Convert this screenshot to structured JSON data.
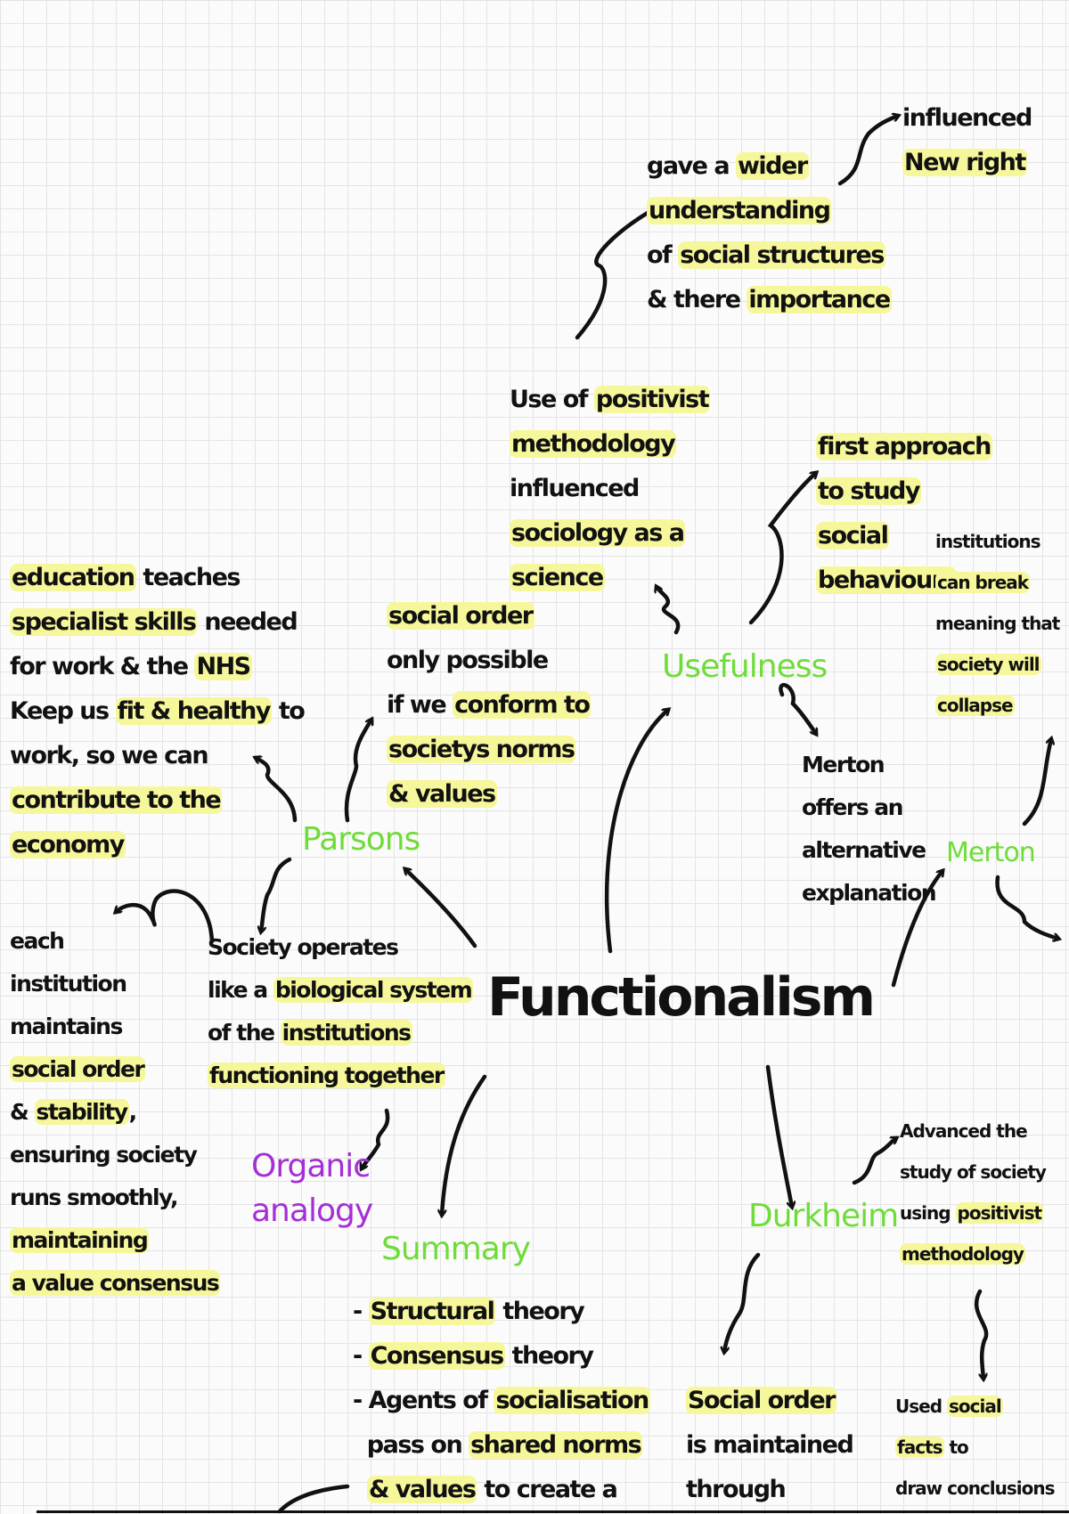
{
  "title": "Functionalism",
  "colors": {
    "label_green": "#6fdc3a",
    "label_purple": "#a52fd6",
    "highlight": "#f6f79a",
    "ink": "#111111"
  },
  "labels": {
    "usefulness": "Usefulness",
    "parsons": "Parsons",
    "merton": "Merton",
    "durkheim": "Durkheim",
    "summary": "Summary",
    "organic_analogy": [
      "Organic",
      "analogy"
    ]
  },
  "blocks": {
    "influenced": [
      [
        {
          "t": "influenced"
        }
      ],
      [
        {
          "t": "New right",
          "h": 1
        }
      ]
    ],
    "wider": [
      [
        {
          "t": "gave a "
        },
        {
          "t": "wider",
          "h": 1
        }
      ],
      [
        {
          "t": "understanding",
          "h": 1
        }
      ],
      [
        {
          "t": "of "
        },
        {
          "t": "social structures",
          "h": 1
        }
      ],
      [
        {
          "t": "& there "
        },
        {
          "t": "importance",
          "h": 1
        }
      ]
    ],
    "positivist": [
      [
        {
          "t": "Use of "
        },
        {
          "t": "positivist",
          "h": 1
        }
      ],
      [
        {
          "t": "methodology",
          "h": 1
        }
      ],
      [
        {
          "t": "influenced"
        }
      ],
      [
        {
          "t": "sociology as a",
          "h": 1
        }
      ],
      [
        {
          "t": "science",
          "h": 1
        }
      ]
    ],
    "first": [
      [
        {
          "t": "first approach",
          "h": 1
        }
      ],
      [
        {
          "t": "to study",
          "h": 1
        }
      ],
      [
        {
          "t": "social",
          "h": 1
        }
      ],
      [
        {
          "t": "behaviours",
          "h": 1
        }
      ]
    ],
    "institutions": [
      [
        {
          "t": "institutions"
        }
      ],
      [
        {
          "t": "can break",
          "h": 1
        }
      ],
      [
        {
          "t": "meaning that"
        }
      ],
      [
        {
          "t": "society will",
          "h": 1
        }
      ],
      [
        {
          "t": "collapse",
          "h": 1
        }
      ]
    ],
    "socialorder": [
      [
        {
          "t": "social order",
          "h": 1
        }
      ],
      [
        {
          "t": "only possible"
        }
      ],
      [
        {
          "t": "if we "
        },
        {
          "t": "conform to",
          "h": 1
        }
      ],
      [
        {
          "t": "societys norms",
          "h": 1
        }
      ],
      [
        {
          "t": "& values",
          "h": 1
        }
      ]
    ],
    "education": [
      [
        {
          "t": "education",
          "h": 1
        },
        {
          "t": " teaches"
        }
      ],
      [
        {
          "t": "specialist skills",
          "h": 1
        },
        {
          "t": " needed"
        }
      ],
      [
        {
          "t": "for work & the "
        },
        {
          "t": "NHS",
          "h": 1
        }
      ],
      [
        {
          "t": "Keep us "
        },
        {
          "t": "fit & healthy",
          "h": 1
        },
        {
          "t": " to"
        }
      ],
      [
        {
          "t": "work, so we can"
        }
      ],
      [
        {
          "t": "contribute to the",
          "h": 1
        }
      ],
      [
        {
          "t": "economy",
          "h": 1
        }
      ]
    ],
    "mertonoffers": [
      [
        {
          "t": "Merton"
        }
      ],
      [
        {
          "t": "offers an"
        }
      ],
      [
        {
          "t": "alternative"
        }
      ],
      [
        {
          "t": "explanation"
        }
      ]
    ],
    "each": [
      [
        {
          "t": "each"
        }
      ],
      [
        {
          "t": "institution"
        }
      ],
      [
        {
          "t": "maintains"
        }
      ],
      [
        {
          "t": "social order",
          "h": 1
        }
      ],
      [
        {
          "t": "& "
        },
        {
          "t": "stability",
          "h": 1
        },
        {
          "t": ","
        }
      ],
      [
        {
          "t": "ensuring society"
        }
      ],
      [
        {
          "t": "runs smoothly,"
        }
      ],
      [
        {
          "t": "maintaining",
          "h": 1
        }
      ],
      [
        {
          "t": "a value consensus",
          "h": 1
        }
      ]
    ],
    "operates": [
      [
        {
          "t": "Society operates"
        }
      ],
      [
        {
          "t": "like a "
        },
        {
          "t": "biological system",
          "h": 1
        }
      ],
      [
        {
          "t": "of the "
        },
        {
          "t": "institutions",
          "h": 1
        }
      ],
      [
        {
          "t": "functioning together",
          "h": 1
        }
      ]
    ],
    "summarylist": [
      [
        {
          "t": "- "
        },
        {
          "t": "Structural",
          "h": 1
        },
        {
          "t": " theory"
        }
      ],
      [
        {
          "t": "- "
        },
        {
          "t": "Consensus",
          "h": 1
        },
        {
          "t": " theory"
        }
      ],
      [
        {
          "t": "- Agents of "
        },
        {
          "t": "socialisation",
          "h": 1
        }
      ],
      [
        {
          "t": "  pass on "
        },
        {
          "t": "shared norms",
          "h": 1
        }
      ],
      [
        {
          "t": "  "
        },
        {
          "t": "& values",
          "h": 1
        },
        {
          "t": " to create a"
        }
      ]
    ],
    "advanced": [
      [
        {
          "t": "Advanced the"
        }
      ],
      [
        {
          "t": "study of society"
        }
      ],
      [
        {
          "t": "using "
        },
        {
          "t": "positivist",
          "h": 1
        }
      ],
      [
        {
          "t": "methodology",
          "h": 1
        }
      ]
    ],
    "maintained": [
      [
        {
          "t": "Social order",
          "h": 1
        }
      ],
      [
        {
          "t": "is maintained"
        }
      ],
      [
        {
          "t": "through"
        }
      ]
    ],
    "usedfacts": [
      [
        {
          "t": "Used "
        },
        {
          "t": "social",
          "h": 1
        }
      ],
      [
        {
          "t": "facts",
          "h": 1
        },
        {
          "t": " to"
        }
      ],
      [
        {
          "t": "draw conclusions"
        }
      ]
    ]
  }
}
